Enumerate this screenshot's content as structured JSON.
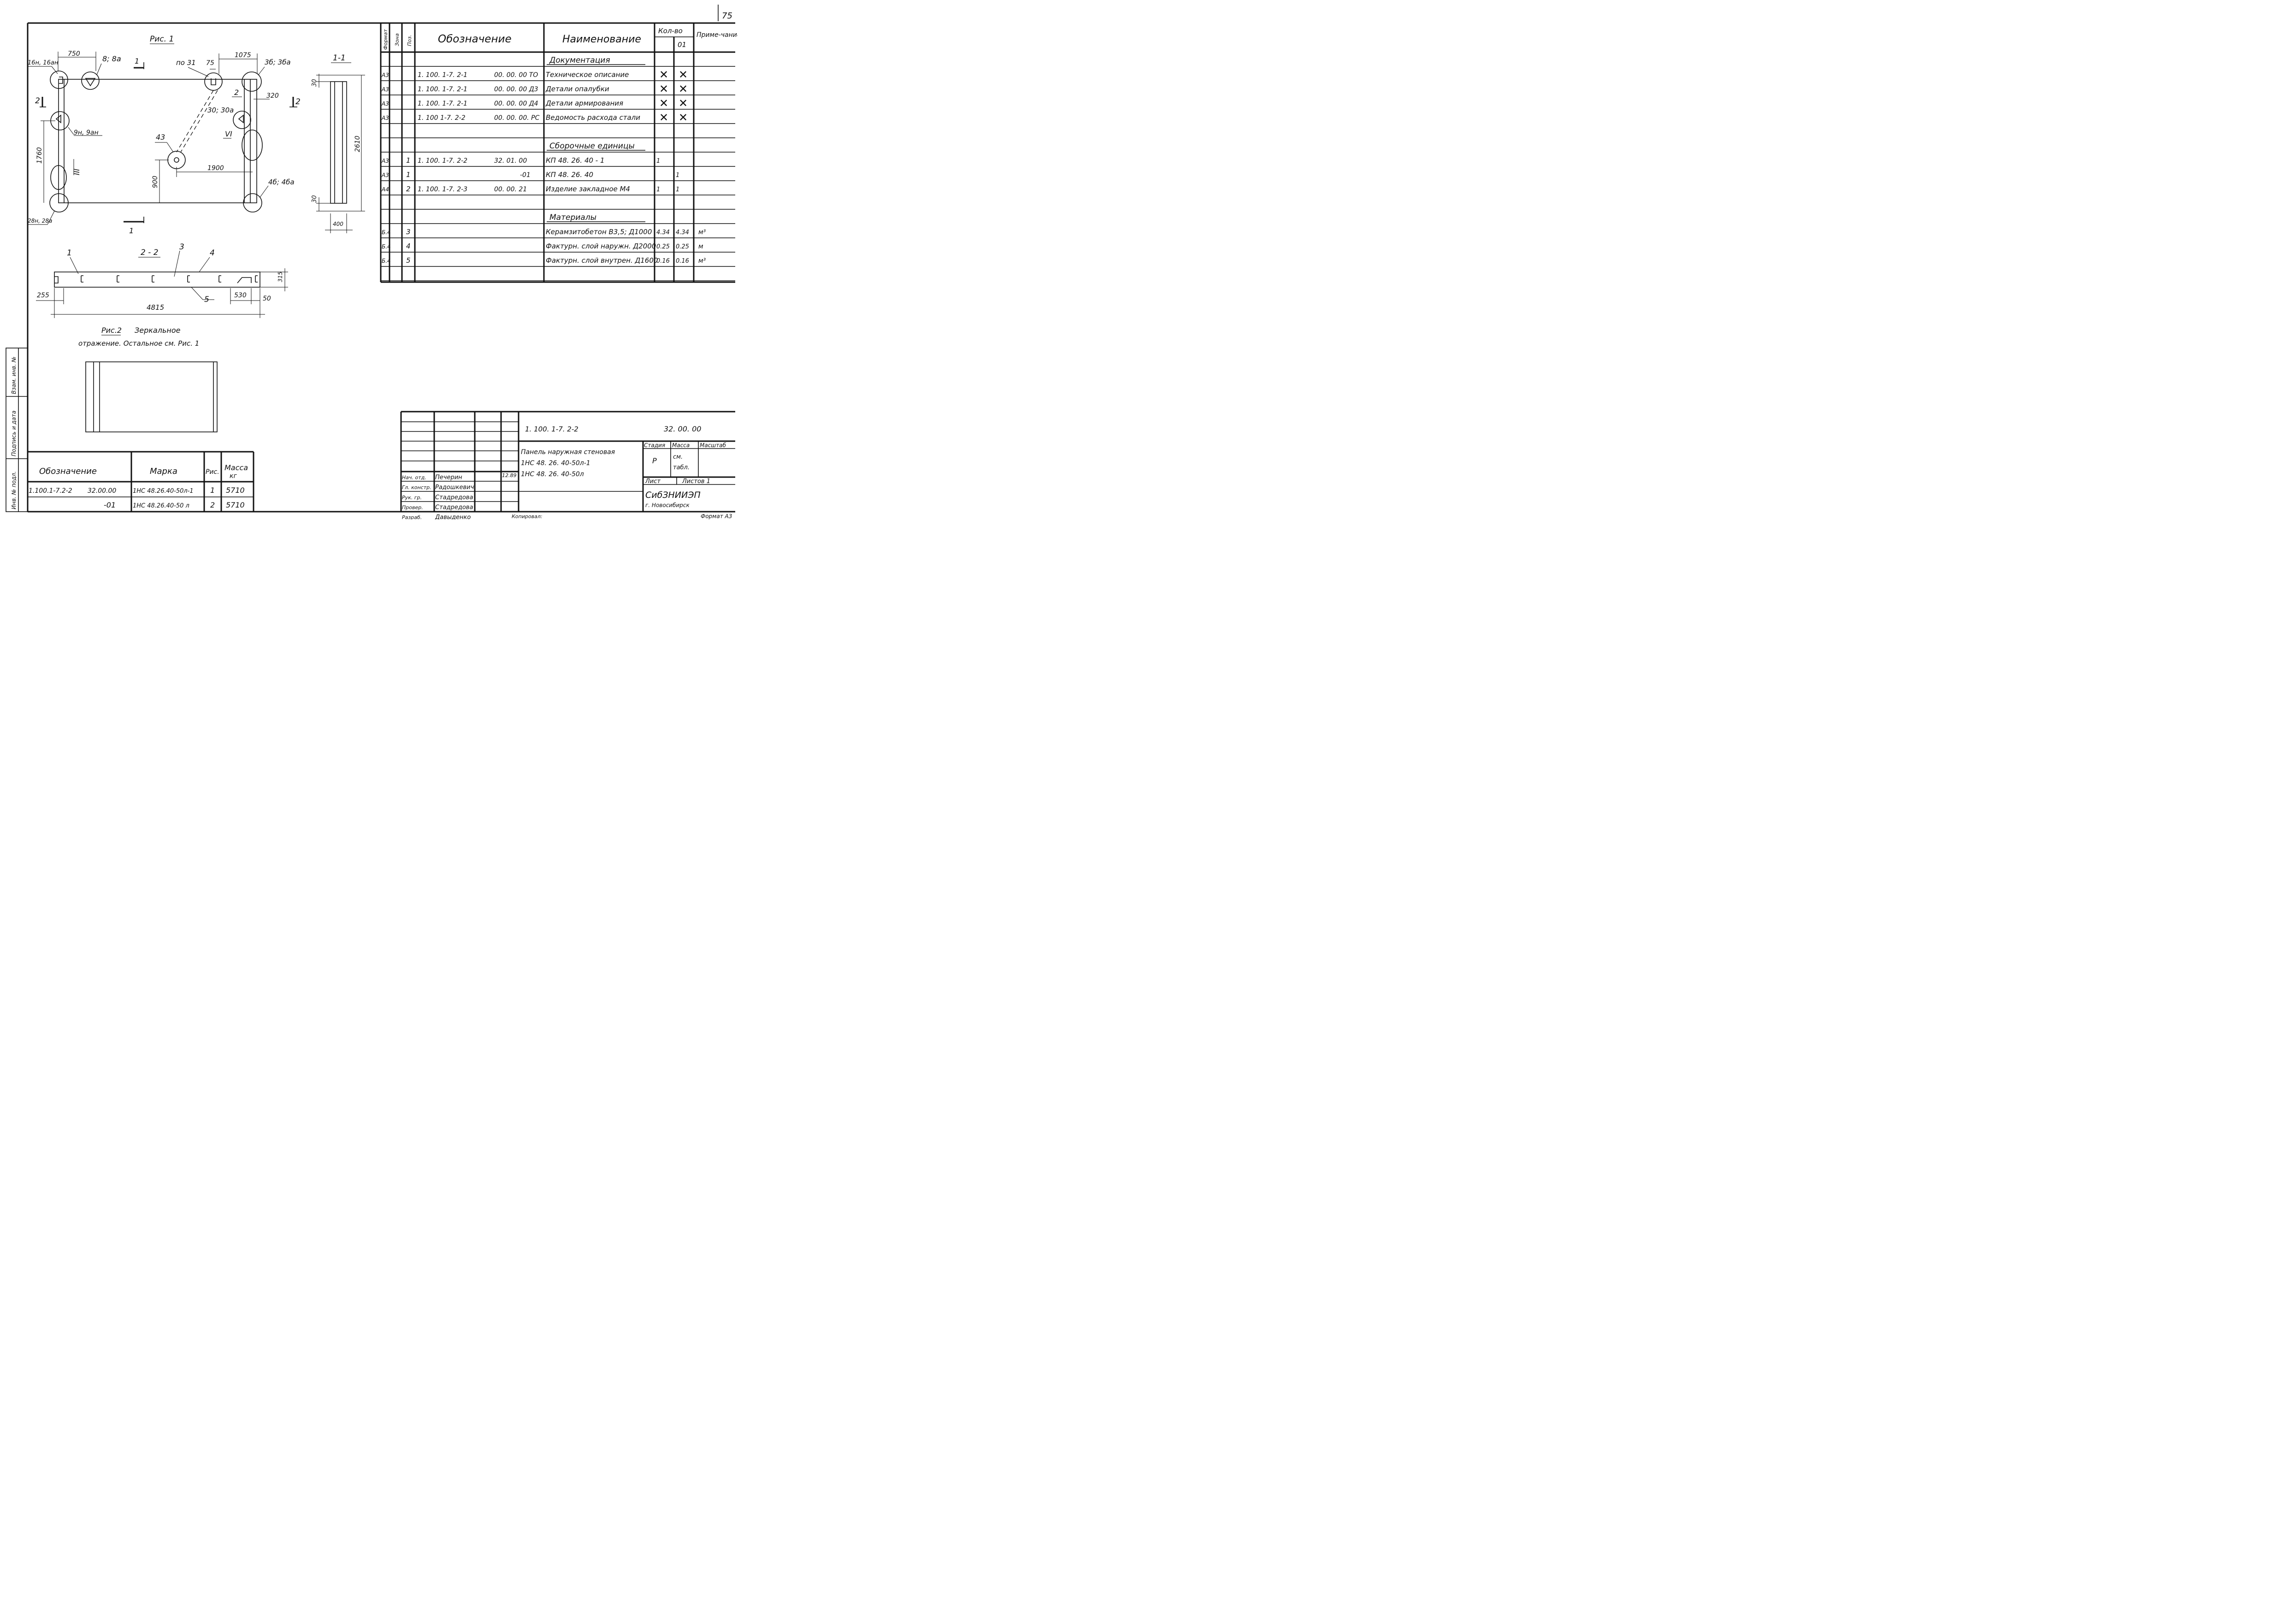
{
  "page_number": "75",
  "fig1": {
    "title": "Рис. 1",
    "dims": {
      "d750": "750",
      "d1075": "1075",
      "d320": "320",
      "d1760": "1760",
      "d900": "900",
      "d1900": "1900",
      "d75": "75"
    },
    "labels": {
      "l16n": "16н, 16ан",
      "l8": "8; 8а",
      "l_po31": "по 31",
      "l3b": "3б; 3ба",
      "l2": "2",
      "l30": "30; 30а",
      "l9n": "9н, 9ан",
      "l43": "43",
      "lVI": "VI",
      "lIII": "III",
      "l4b": "4б; 4ба",
      "l28n": "28н, 28а"
    },
    "section_marks": {
      "s1": "1",
      "s2": "2"
    }
  },
  "sec11": {
    "title": "1-1",
    "d30top": "30",
    "d2610": "2610",
    "d30bot": "30",
    "d400": "400"
  },
  "sec22": {
    "title": "2 - 2",
    "p1": "1",
    "p3": "3",
    "p4": "4",
    "p5": "5",
    "d315": "315",
    "d255": "255",
    "d530": "530",
    "d50": "50",
    "d4815": "4815"
  },
  "fig2": {
    "title": "Рис.2",
    "line1": "Зеркальное",
    "line2": "отражение. Остальное см. Рис. 1"
  },
  "spec": {
    "headers": {
      "format": "Формат",
      "zone": "Зона",
      "pos": "Поз.",
      "designation": "Обозначение",
      "name": "Наименование",
      "qty": "Кол-во",
      "qty01": "01",
      "note": "Приме-чание"
    },
    "rows": [
      {
        "f": "",
        "z": "",
        "p": "",
        "code": "",
        "sub": "",
        "name": "Документация",
        "q1": "",
        "q2": "",
        "note": "",
        "kind": "section"
      },
      {
        "f": "А3",
        "z": "",
        "p": "",
        "code": "1. 100. 1-7. 2-1",
        "sub": "00. 00. 00 ТО",
        "name": "Техническое описание",
        "q1": "✕",
        "q2": "✕",
        "note": "",
        "kind": "item"
      },
      {
        "f": "А3",
        "z": "",
        "p": "",
        "code": "1. 100. 1-7. 2-1",
        "sub": "00. 00. 00 Д3",
        "name": "Детали опалубки",
        "q1": "✕",
        "q2": "✕",
        "note": "",
        "kind": "item"
      },
      {
        "f": "А3",
        "z": "",
        "p": "",
        "code": "1. 100. 1-7. 2-1",
        "sub": "00. 00. 00 Д4",
        "name": "Детали армирования",
        "q1": "✕",
        "q2": "✕",
        "note": "",
        "kind": "item"
      },
      {
        "f": "А3",
        "z": "",
        "p": "",
        "code": "1. 100 1-7. 2-2",
        "sub": "00. 00. 00. РС",
        "name": "Ведомость расхода стали",
        "q1": "✕",
        "q2": "✕",
        "note": "",
        "kind": "item"
      },
      {
        "f": "",
        "z": "",
        "p": "",
        "code": "",
        "sub": "",
        "name": "",
        "q1": "",
        "q2": "",
        "note": "",
        "kind": "item"
      },
      {
        "f": "",
        "z": "",
        "p": "",
        "code": "",
        "sub": "",
        "name": "Сборочные единицы",
        "q1": "",
        "q2": "",
        "note": "",
        "kind": "section"
      },
      {
        "f": "А3",
        "z": "",
        "p": "1",
        "code": "1. 100. 1-7. 2-2",
        "sub": "32. 01. 00",
        "name": "КП 48. 26. 40 - 1",
        "q1": "1",
        "q2": "",
        "note": "",
        "kind": "item"
      },
      {
        "f": "А3",
        "z": "",
        "p": "1",
        "code": "",
        "sub": "-01",
        "name": "КП 48. 26. 40",
        "q1": "",
        "q2": "1",
        "note": "",
        "kind": "item"
      },
      {
        "f": "А4",
        "z": "",
        "p": "2",
        "code": "1. 100. 1-7. 2-3",
        "sub": "00. 00. 21",
        "name": "Изделие закладное М4",
        "q1": "1",
        "q2": "1",
        "note": "",
        "kind": "item"
      },
      {
        "f": "",
        "z": "",
        "p": "",
        "code": "",
        "sub": "",
        "name": "",
        "q1": "",
        "q2": "",
        "note": "",
        "kind": "item"
      },
      {
        "f": "",
        "z": "",
        "p": "",
        "code": "",
        "sub": "",
        "name": "Материалы",
        "q1": "",
        "q2": "",
        "note": "",
        "kind": "section"
      },
      {
        "f": "Б.4",
        "z": "",
        "p": "3",
        "code": "",
        "sub": "",
        "name": "Керамзитобетон В3,5; Д1000",
        "q1": "4.34",
        "q2": "4.34",
        "note": "м³",
        "kind": "item"
      },
      {
        "f": "Б.4",
        "z": "",
        "p": "4",
        "code": "",
        "sub": "",
        "name": "Фактурн. слой наружн. Д2000",
        "q1": "0.25",
        "q2": "0.25",
        "note": "м",
        "kind": "item"
      },
      {
        "f": "Б.4",
        "z": "",
        "p": "5",
        "code": "",
        "sub": "",
        "name": "Фактурн. слой внутрен. Д1600",
        "q1": "0.16",
        "q2": "0.16",
        "note": "м³",
        "kind": "item"
      },
      {
        "f": "",
        "z": "",
        "p": "",
        "code": "",
        "sub": "",
        "name": "",
        "q1": "",
        "q2": "",
        "note": "",
        "kind": "item"
      }
    ]
  },
  "marks_table": {
    "headers": {
      "designation": "Обозначение",
      "mark": "Марка",
      "fig": "Рис.",
      "mass": "Масса",
      "mass_unit": "кг"
    },
    "rows": [
      {
        "code": "1.100.1-7.2-2",
        "sub": "32.00.00",
        "mark": "1НС 48.26.40-50л-1",
        "fig": "1",
        "mass": "5710"
      },
      {
        "code": "",
        "sub": "-01",
        "mark": "1НС 48.26.40-50 л",
        "fig": "2",
        "mass": "5710"
      }
    ]
  },
  "side_stamp": {
    "c1": "Инв. № подл.",
    "c2": "Подпись и дата",
    "c3": "Взам. инв. №"
  },
  "title_block": {
    "code": "1. 100. 1-7. 2-2",
    "sub": "32. 00. 00",
    "name_l1": "Панель наружная стеновая",
    "name_l2": "1НС 48. 26. 40-50л-1",
    "name_l3": "1НС 48. 26. 40-50л",
    "stage_h": "Стадия",
    "mass_h": "Масса",
    "scale_h": "Масштаб",
    "stage": "Р",
    "mass_v1": "см.",
    "mass_v2": "табл.",
    "sheet_h": "Лист",
    "sheets_h": "Листов 1",
    "org1": "СибЗНИИЭП",
    "org2": "г. Новосибирск",
    "date": "12.89",
    "people": [
      {
        "role": "Нач. отд.",
        "name": "Печерин"
      },
      {
        "role": "Гл. констр.",
        "name": "Радошкевич"
      },
      {
        "role": "Рук. гр.",
        "name": "Стадредова"
      },
      {
        "role": "Провер.",
        "name": "Стадредова"
      },
      {
        "role": "Разраб.",
        "name": "Давыденко"
      }
    ]
  },
  "footer": {
    "copied": "Копировал:",
    "format": "Формат А3"
  }
}
